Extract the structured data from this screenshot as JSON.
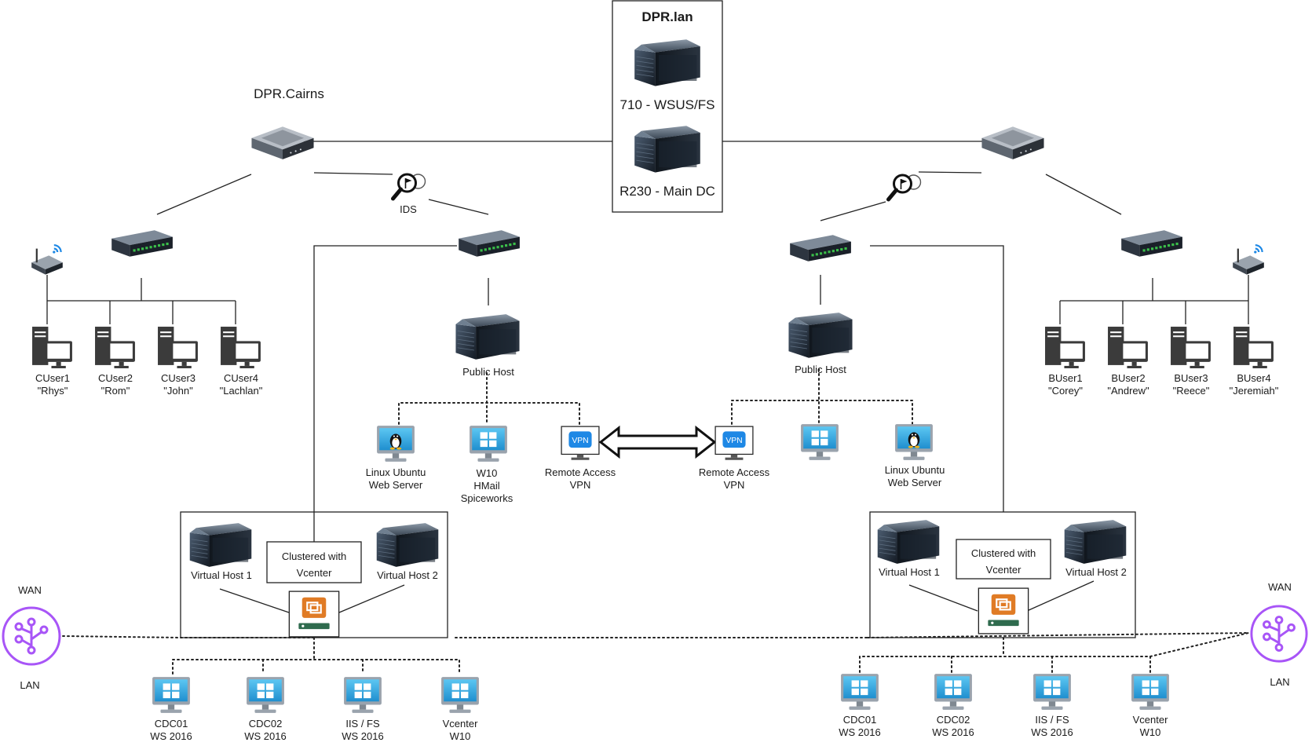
{
  "domains": {
    "central": "DPR.lan",
    "left": "DPR.Cairns"
  },
  "central_servers": {
    "server1": "710 - WSUS/FS",
    "server2": "R230 - Main DC"
  },
  "ids_label": "IDS",
  "public_host_label": "Public Host",
  "left_site": {
    "users": [
      {
        "line1": "CUser1",
        "line2": "\"Rhys\""
      },
      {
        "line1": "CUser2",
        "line2": "\"Rom\""
      },
      {
        "line1": "CUser3",
        "line2": "\"John\""
      },
      {
        "line1": "CUser4",
        "line2": "\"Lachlan\""
      }
    ],
    "public_vms": [
      {
        "lines": [
          "Linux Ubuntu",
          "Web Server"
        ],
        "icon": "linux-monitor-icon"
      },
      {
        "lines": [
          "W10",
          "HMail",
          "Spiceworks"
        ],
        "icon": "windows-monitor-icon"
      },
      {
        "lines": [
          "Remote Access",
          "VPN"
        ],
        "icon": "vpn-icon"
      }
    ],
    "cluster": {
      "host1": "Virtual Host 1",
      "host2": "Virtual Host 2",
      "label_line1": "Clustered with",
      "label_line2": "Vcenter"
    },
    "lan_vms": [
      {
        "line1": "CDC01",
        "line2": "WS 2016"
      },
      {
        "line1": "CDC02",
        "line2": "WS 2016"
      },
      {
        "line1": "IIS / FS",
        "line2": "WS 2016"
      },
      {
        "line1": "Vcenter",
        "line2": "W10"
      }
    ]
  },
  "right_site": {
    "users": [
      {
        "line1": "BUser1",
        "line2": "\"Corey\""
      },
      {
        "line1": "BUser2",
        "line2": "\"Andrew\""
      },
      {
        "line1": "BUser3",
        "line2": "\"Reece\""
      },
      {
        "line1": "BUser4",
        "line2": "\"Jeremiah\""
      }
    ],
    "public_vms": [
      {
        "lines": [
          "Remote Access",
          "VPN"
        ],
        "icon": "vpn-icon"
      },
      {
        "lines": [],
        "icon": "windows-monitor-icon"
      },
      {
        "lines": [
          "Linux Ubuntu",
          "Web Server"
        ],
        "icon": "linux-monitor-icon"
      }
    ],
    "cluster": {
      "host1": "Virtual Host 1",
      "host2": "Virtual Host 2",
      "label_line1": "Clustered with",
      "label_line2": "Vcenter"
    },
    "lan_vms": [
      {
        "line1": "CDC01",
        "line2": "WS 2016"
      },
      {
        "line1": "CDC02",
        "line2": "WS 2016"
      },
      {
        "line1": "IIS / FS",
        "line2": "WS 2016"
      },
      {
        "line1": "Vcenter",
        "line2": "W10"
      }
    ]
  },
  "wan_label": "WAN",
  "lan_label": "LAN",
  "colors": {
    "server_body": "#1f2833",
    "server_front": "#3b4a5a",
    "switch_port": "#2e9e3a",
    "monitor_screen": "#2aa6e0",
    "vpn_blue": "#1e88e5",
    "vcenter_orange": "#e07b25",
    "vcenter_green": "#2f6b4e",
    "wan_purple": "#a855f7",
    "line": "#222222"
  }
}
